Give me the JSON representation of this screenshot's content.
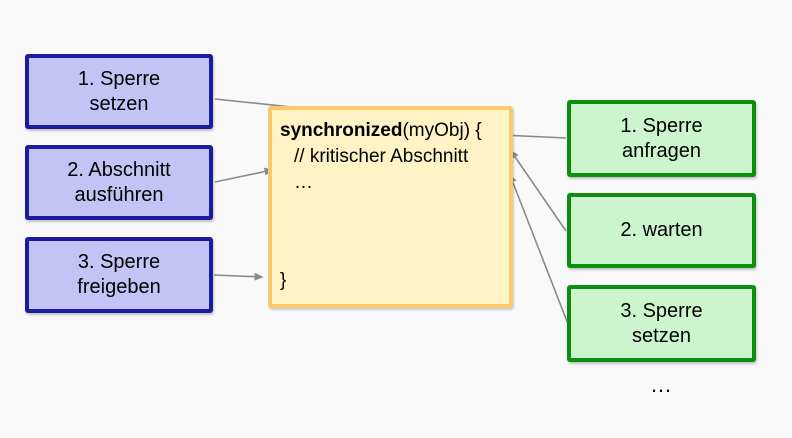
{
  "slide": {
    "background_color": "#f9f9f9",
    "arrow_color": "#8a8a8a",
    "left_column": {
      "box_fill_color": "#c3c3f5",
      "box_border_color": "#1b1ba0",
      "steps": [
        "1. Sperre\nsetzen",
        "2. Abschnitt\nausführen",
        "3. Sperre\nfreigeben"
      ]
    },
    "code_box": {
      "fill_color": "#fff2c4",
      "border_color": "#f8ca6e",
      "keyword": "synchronized",
      "after_keyword": "(myObj) {",
      "comment_line": "// kritischer Abschnitt",
      "ellipsis_line": "…",
      "closing_brace": "}"
    },
    "right_column": {
      "box_fill_color": "#cdf5cd",
      "box_border_color": "#0e8e0e",
      "steps": [
        "1. Sperre\nanfragen",
        "2. warten",
        "3. Sperre\nsetzen"
      ],
      "more_indicator": "…"
    }
  }
}
